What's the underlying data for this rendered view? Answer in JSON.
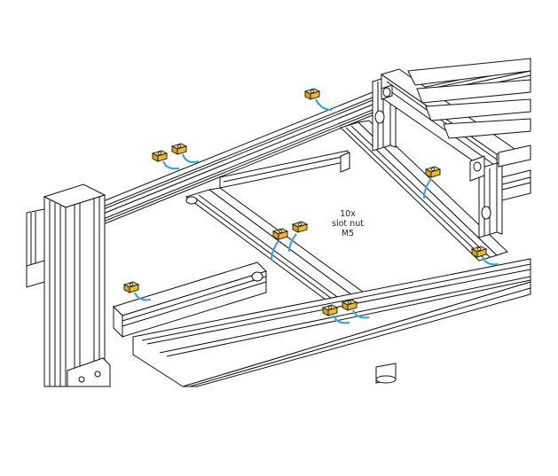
{
  "annotation": {
    "quantity": "10x",
    "part_name": "slot nut",
    "part_size": "M5"
  },
  "colors": {
    "line": "#111111",
    "profile_fill": "#ffffff",
    "nut_fill": "#e8b83a",
    "arrow": "#3aa7d8"
  },
  "icons": [
    "slot-nut-icon",
    "placement-arrow-icon",
    "aluminium-profile-frame"
  ]
}
